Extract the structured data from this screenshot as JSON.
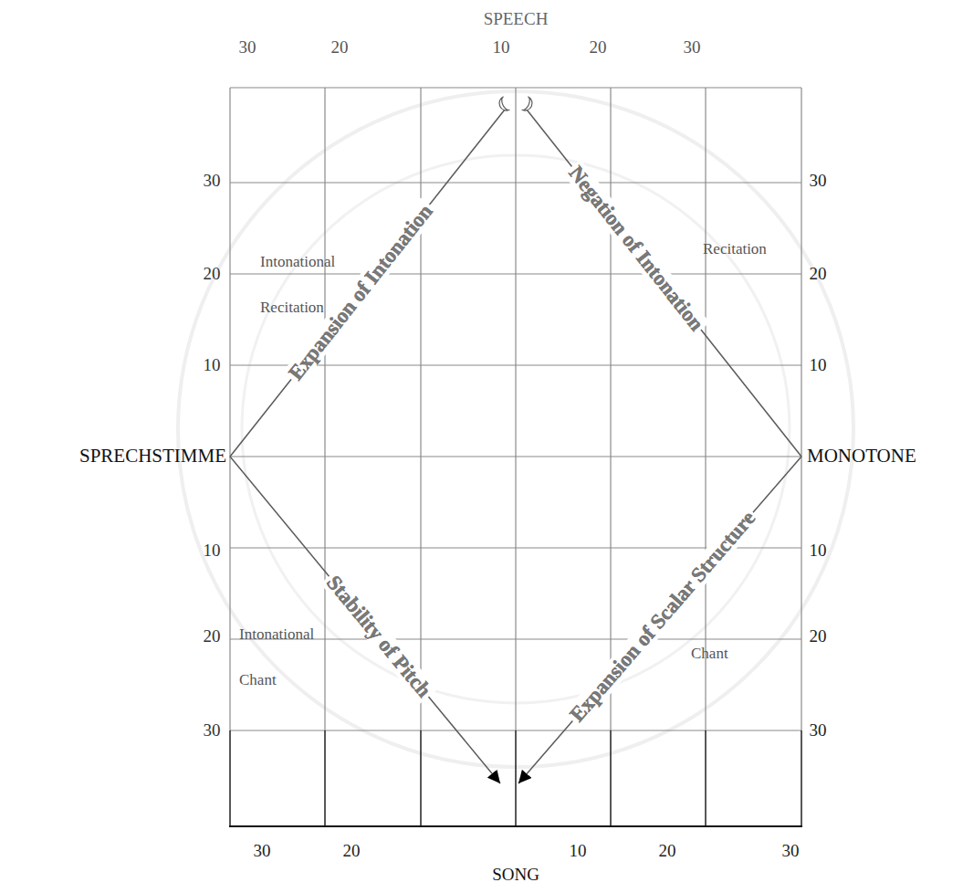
{
  "diagram": {
    "nodes": [
      {
        "text": [
          "SPEECH"
        ]
      },
      {
        "text": [
          "SPRECHSTIMME"
        ]
      },
      {
        "text": [
          "MONOTONE"
        ]
      },
      {
        "text": [
          "SONG"
        ]
      }
    ],
    "edges": [
      {
        "from": 1,
        "to": 0,
        "arrow": "none",
        "label": "Expansion of Intonation"
      },
      {
        "from": 2,
        "to": 0,
        "arrow": "none",
        "label": "Negation of Intonation"
      },
      {
        "from": 1,
        "to": 3,
        "arrow": "to",
        "label": "Stability of Pitch"
      },
      {
        "from": 2,
        "to": 3,
        "arrow": "to",
        "label": "Expansion of Scalar Structure"
      }
    ],
    "labels": [
      "30",
      "20",
      "10",
      "20",
      "30",
      "30",
      "20",
      "10",
      "10",
      "20",
      "30",
      "30",
      "20",
      "10",
      "10",
      "20",
      "30",
      "30",
      "20",
      "10",
      "20",
      "30",
      "Intonational Recitation",
      "Recitation",
      "Intonational Chant",
      "Chant"
    ]
  }
}
